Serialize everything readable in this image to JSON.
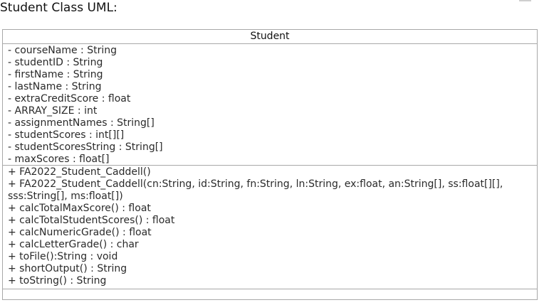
{
  "page": {
    "title": "Student Class UML:"
  },
  "uml": {
    "class_name": "Student",
    "attributes": [
      "- courseName : String",
      "- studentID : String",
      "- firstName : String",
      "- lastName : String",
      "- extraCreditScore : float",
      "- ARRAY_SIZE : int",
      "- assignmentNames : String[]",
      "- studentScores : int[][]",
      "- studentScoresString : String[]",
      "- maxScores : float[]"
    ],
    "operations": [
      "+ FA2022_Student_Caddell()",
      "+ FA2022_Student_Caddell(cn:String, id:String, fn:String, ln:String, ex:float, an:String[], ss:float[][], sss:String[], ms:float[])",
      "+ calcTotalMaxScore() : float",
      "+ calcTotalStudentScores() : float",
      "+ calcNumericGrade() : float",
      "+ calcLetterGrade() : char",
      "+ toFile():String : void",
      "+ shortOutput() : String",
      "+ toString() : String"
    ]
  }
}
